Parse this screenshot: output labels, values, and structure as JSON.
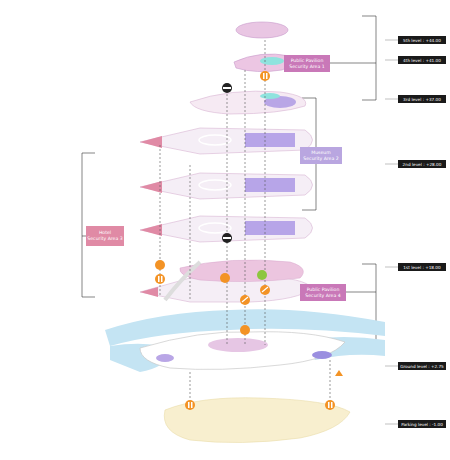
{
  "diagram": {
    "nodes": [
      {
        "text": [
          "5th level : +44.00"
        ]
      },
      {
        "text": [
          "4th level : +41.00"
        ]
      },
      {
        "text": [
          "Public Pavilion",
          "Security Area 1"
        ]
      },
      {
        "text": [
          "3rd level : +37.00"
        ]
      },
      {
        "text": [
          "Museum",
          "Security Area 2"
        ]
      },
      {
        "text": [
          "2nd level : +28.00"
        ]
      },
      {
        "text": [
          "Hotel",
          "Security Area 3"
        ]
      },
      {
        "text": [
          "1st level : +18.00"
        ]
      },
      {
        "text": [
          "Public Pavilion",
          "Security Area 4"
        ]
      },
      {
        "text": [
          "Ground level : +2.75"
        ]
      },
      {
        "text": [
          "Parking level : -1.00"
        ]
      }
    ]
  }
}
